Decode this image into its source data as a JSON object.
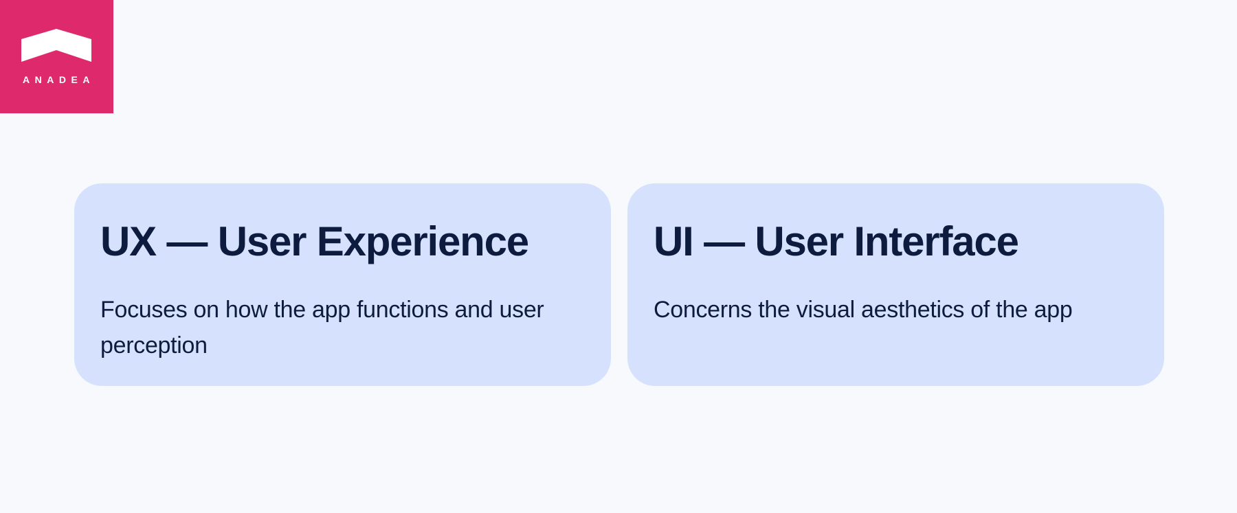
{
  "brand": {
    "name": "ANADEA",
    "logo_icon": "chevron-roof-icon",
    "color": "#de2a6c"
  },
  "cards": [
    {
      "title": "UX — User Experience",
      "description": "Focuses on how the app functions and user perception",
      "background": "#d6e2fd"
    },
    {
      "title": "UI — User Interface",
      "description": "Concerns the visual aesthetics of the app",
      "background": "#d6e2fd"
    }
  ],
  "colors": {
    "page_background": "#f7f9fc",
    "text": "#0d1b3e"
  }
}
